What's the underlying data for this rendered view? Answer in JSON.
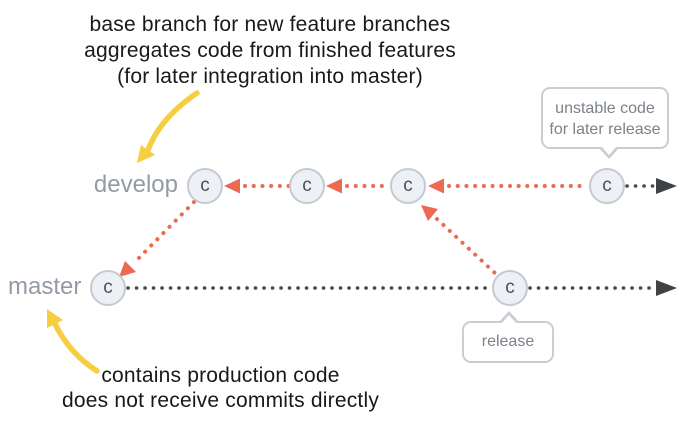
{
  "notes": {
    "develop": [
      "base branch for new feature branches",
      "aggregates code from finished features",
      "(for later integration into master)"
    ],
    "master": [
      "contains production code",
      "does not receive commits directly"
    ]
  },
  "branch_labels": {
    "develop": "develop",
    "master": "master"
  },
  "commit_letter": "c",
  "graph": {
    "develop_commit_count": 4,
    "master_commit_count": 2
  },
  "bubbles": {
    "unstable": [
      "unstable code",
      "for later release"
    ],
    "release": "release"
  },
  "colors": {
    "merge_arrow_red": "#ec6a52",
    "annotation_arrow_yellow": "#f6ce41",
    "timeline_dark": "#45484c",
    "commit_fill": "#edf0f5",
    "commit_border": "#c5cad2",
    "branch_label_gray": "#949ba4",
    "bubble_border": "#c9ced4",
    "bubble_text": "#7b828a",
    "note_text": "#191919"
  }
}
